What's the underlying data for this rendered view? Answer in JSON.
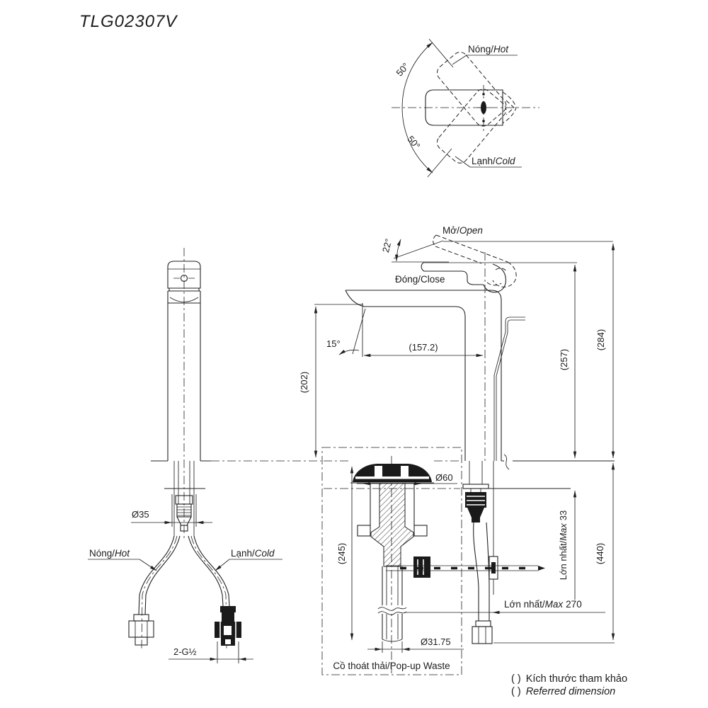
{
  "title": "TLG02307V",
  "top_view": {
    "hot_vi": "Nóng/",
    "hot_en": "Hot",
    "cold_vi": "Lạnh/",
    "cold_en": "Cold",
    "angle_upper": "50°",
    "angle_lower": "50°"
  },
  "side_view": {
    "open_vi": "Mở/",
    "open_en": "Open",
    "close_label": "Đóng/Close",
    "open_angle": "22°",
    "spout_angle": "15°",
    "spout_reach": "(157.2)",
    "spout_height": "(202)",
    "closed_height": "(257)",
    "open_height": "(284)",
    "counter_max_vi": "Lớn nhất/",
    "counter_max_en": "Max",
    "counter_max_val": "33",
    "rod_max_vi": "Lớn nhất/",
    "rod_max_en": "Max",
    "rod_max_val": "270",
    "total_height": "(440)"
  },
  "front_view": {
    "shank_dia": "Ø35",
    "hot_vi": "Nóng/",
    "hot_en": "Hot",
    "cold_vi": "Lạnh/",
    "cold_en": "Cold",
    "thread": "2-G½"
  },
  "popup_view": {
    "flange_dia": "Ø60",
    "height": "(245)",
    "pipe_dia": "Ø31.75",
    "label": "Cồ thoát thải/Pop-up Waste"
  },
  "notes": {
    "prefix1": "( )",
    "line1": "Kích thước tham khảo",
    "prefix2": "( )",
    "line2": "Referred dimension"
  },
  "colors": {
    "line": "#222222",
    "background": "#ffffff"
  }
}
